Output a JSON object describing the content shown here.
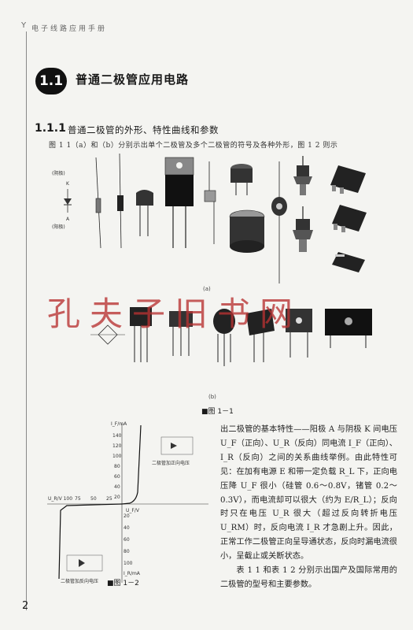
{
  "header": {
    "running_title": "电子线路应用手册",
    "y_mark": "Y"
  },
  "section": {
    "number": "1.1",
    "title": "普通二极管应用电路"
  },
  "subsection": {
    "number": "1.1.1",
    "title": "普通二极管的外形、特性曲线和参数"
  },
  "intro_line": "图 1 1（a）和（b）分别示出单个二极管及多个二极管的符号及各种外形，图 1 2 则示",
  "figure1": {
    "symbol_top_label": "(阴极)",
    "symbol_k": "K",
    "symbol_a": "A",
    "symbol_bottom_label": "(阳极)",
    "sub_a": "(a)",
    "sub_b": "(b)",
    "caption": "■图 1－1"
  },
  "watermark": "孔夫子旧书网",
  "figure2": {
    "caption": "■图 1－2",
    "y_top_label": "I_F/mA",
    "y_ticks": [
      "140",
      "120",
      "100",
      "80",
      "60",
      "40",
      "20"
    ],
    "x_neg_label": "U_R/V 100",
    "x_neg_ticks": [
      "75",
      "50",
      "25"
    ],
    "x_pos_label": "U_F/V",
    "y_neg_ticks": [
      "20",
      "40",
      "60",
      "80",
      "100"
    ],
    "y_bottom_label": "I_R/mA",
    "forward_label": "二极管加正向电压",
    "reverse_label": "二极管加反向电压"
  },
  "body_text": {
    "p1": "出二极管的基本特性——阳极 A 与阴极 K 间电压 U_F（正向）、U_R（反向）同电流 I_F（正向）、I_R（反向）之间的关系曲线举例。由此特性可见：在加有电源 E 和带一定负载 R_L 下，正向电压降 U_F 很小（硅管 0.6～0.8V，锗管 0.2～0.3V），而电流却可以很大（约为 E/R_L）；反向时只在电压 U_R 很大（超过反向转折电压 U_RM）时，反向电流 I_R 才急剧上升。因此，正常工作二极管正向呈导通状态，反向时漏电流很小，呈截止或关断状态。",
    "p2": "表 1 1 和表 1 2 分别示出国产及国际常用的二极管的型号和主要参数。"
  },
  "page_number": "2"
}
